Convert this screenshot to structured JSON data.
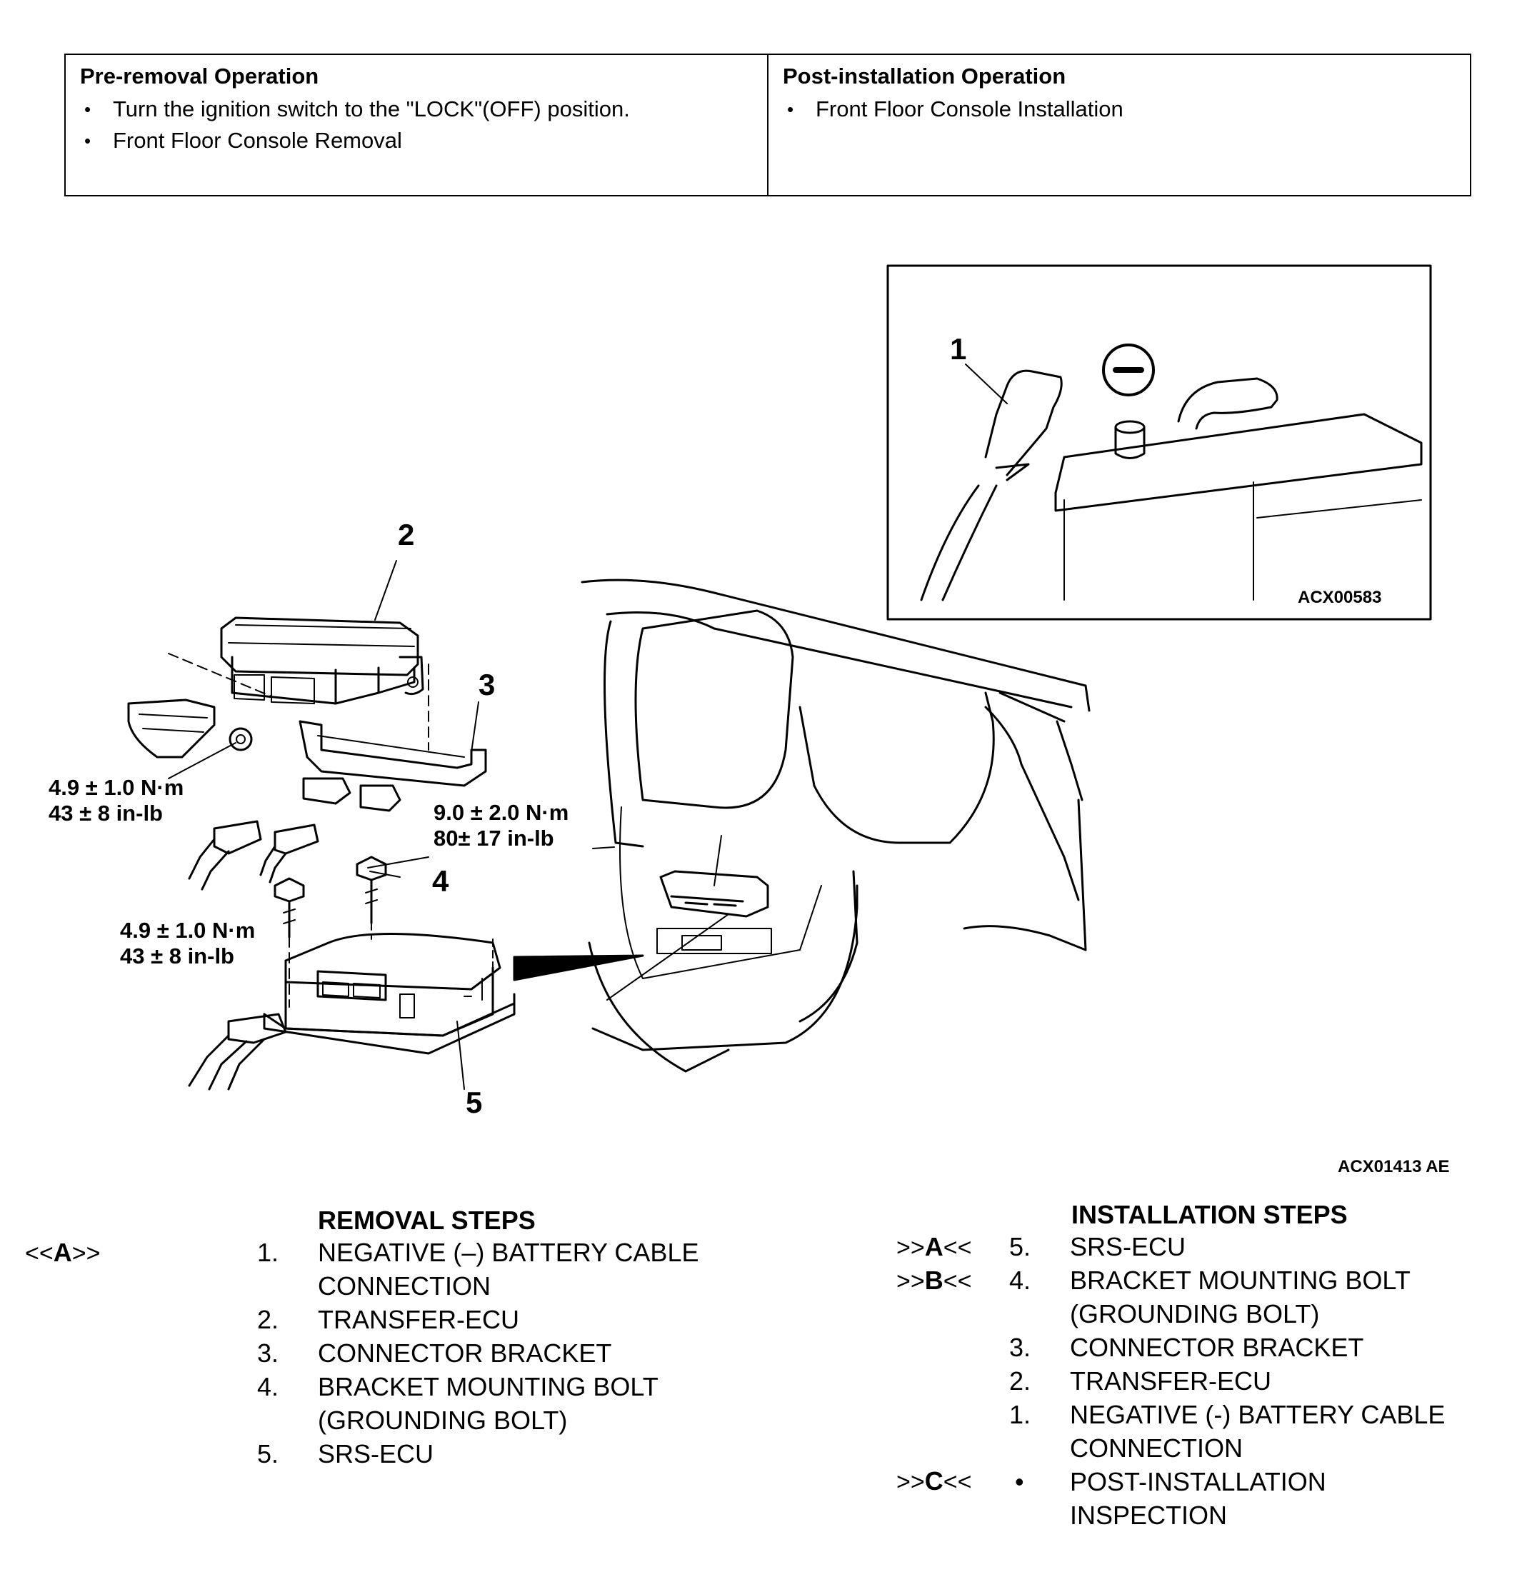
{
  "pre_removal": {
    "title": "Pre-removal Operation",
    "items": [
      "Turn the ignition switch to the \"LOCK\"(OFF) position.",
      "Front Floor Console Removal"
    ]
  },
  "post_installation": {
    "title": "Post-installation Operation",
    "items": [
      "Front Floor Console Installation"
    ]
  },
  "figure": {
    "callouts": [
      "1",
      "2",
      "3",
      "4",
      "5"
    ],
    "torque_1": {
      "line1": "4.9 ± 1.0 N·m",
      "line2": "43 ± 8 in-lb"
    },
    "torque_2": {
      "line1": "9.0 ± 2.0 N·m",
      "line2": "80± 17 in-lb"
    },
    "torque_3": {
      "line1": "4.9 ± 1.0 N·m",
      "line2": "43 ± 8 in-lb"
    },
    "inset_code": "ACX00583",
    "figure_code": "ACX01413 AE",
    "bullet": "•"
  },
  "removal": {
    "title": "REMOVAL STEPS",
    "ref_a": {
      "pre": "<<",
      "letter": "A",
      "post": ">>"
    },
    "steps": [
      {
        "num": "1.",
        "text": "NEGATIVE (–) BATTERY CABLE\nCONNECTION"
      },
      {
        "num": "2.",
        "text": "TRANSFER-ECU"
      },
      {
        "num": "3.",
        "text": "CONNECTOR BRACKET"
      },
      {
        "num": "4.",
        "text": "BRACKET MOUNTING BOLT\n(GROUNDING BOLT)"
      },
      {
        "num": "5.",
        "text": "SRS-ECU"
      }
    ]
  },
  "installation": {
    "title": "INSTALLATION STEPS",
    "refs": [
      {
        "pre": ">>",
        "letter": "A",
        "post": "<<"
      },
      {
        "pre": ">>",
        "letter": "B",
        "post": "<<"
      },
      {
        "pre": ">>",
        "letter": "C",
        "post": "<<"
      }
    ],
    "steps": [
      {
        "num": "5.",
        "text": "SRS-ECU"
      },
      {
        "num": "4.",
        "text": "BRACKET MOUNTING BOLT\n(GROUNDING BOLT)"
      },
      {
        "num": "3.",
        "text": "CONNECTOR BRACKET"
      },
      {
        "num": "2.",
        "text": "TRANSFER-ECU"
      },
      {
        "num": "1.",
        "text": "NEGATIVE (-) BATTERY CABLE\nCONNECTION"
      },
      {
        "num": "•",
        "text": "POST-INSTALLATION\nINSPECTION"
      }
    ]
  }
}
